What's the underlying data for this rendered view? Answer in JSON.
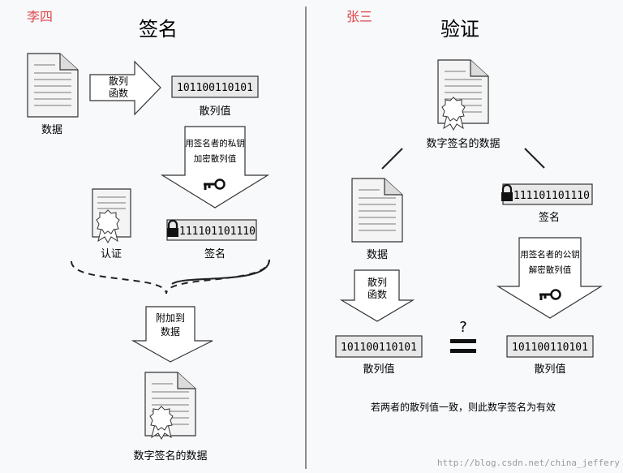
{
  "sign_panel": {
    "person": "李四",
    "title": "签名",
    "data_label": "数据",
    "hash_fn_line1": "散列",
    "hash_fn_line2": "函数",
    "hash_value": "101100110101",
    "hash_value_label": "散列值",
    "encrypt_line1": "用签名者的私钥",
    "encrypt_line2": "加密散列值",
    "cert_label": "认证",
    "signature_value": "111101101110",
    "signature_label": "签名",
    "attach_line1": "附加到",
    "attach_line2": "数据",
    "signed_data_label": "数字签名的数据"
  },
  "verify_panel": {
    "person": "张三",
    "title": "验证",
    "signed_data_label": "数字签名的数据",
    "data_label": "数据",
    "signature_value": "111101101110",
    "signature_label": "签名",
    "hash_fn_line1": "散列",
    "hash_fn_line2": "函数",
    "decrypt_line1": "用签名者的公钥",
    "decrypt_line2": "解密散列值",
    "question_mark": "?",
    "left_hash_value": "101100110101",
    "left_hash_label": "散列值",
    "right_hash_value": "101100110101",
    "right_hash_label": "散列值",
    "conclusion": "若两者的散列值一致，则此数字签名为有效"
  },
  "watermark": "http://blog.csdn.net/china_jeffery",
  "colors": {
    "person_label": "#e0484b",
    "value_box_fill": "#e8e8e8",
    "arrow_fill": "#ffffff",
    "divider": "#444444"
  }
}
